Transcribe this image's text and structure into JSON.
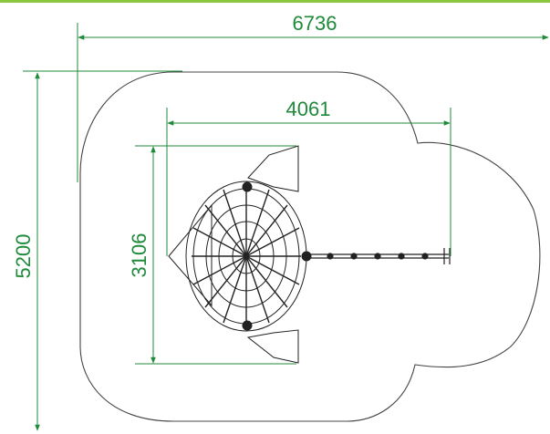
{
  "colors": {
    "accent_bar": "#8cc63f",
    "dimension": "#1f8a3a",
    "outline": "#444444",
    "equipment": "#222222",
    "background": "#ffffff"
  },
  "dimensions": {
    "overall_width": "6736",
    "overall_height": "5200",
    "equipment_width": "4061",
    "equipment_height": "3106"
  }
}
